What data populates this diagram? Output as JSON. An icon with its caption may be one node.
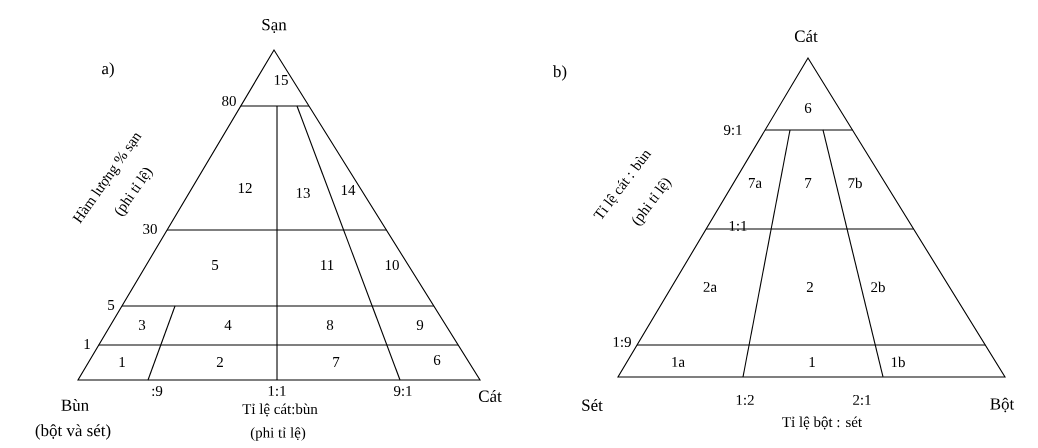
{
  "diagram": {
    "labels": [
      "a)",
      "Sạn",
      "15",
      "80",
      "Hàm lượng % sạn",
      "(phi tỉ lệ)",
      "12",
      "13",
      "14",
      "30",
      "5",
      "11",
      "10",
      "5",
      "3",
      "4",
      "8",
      "9",
      "1",
      "1",
      "2",
      "7",
      "6",
      ":9",
      "1:1",
      "9:1",
      "Bùn",
      "Cát",
      "Tỉ lệ cát:bùn",
      "(bột và sét)",
      "(phi tỉ lệ)",
      "b)",
      "Cát",
      "6",
      "9:1",
      "Tỉ lệ cát : bùn",
      "(phi tỉ lệ)",
      "7a",
      "7",
      "7b",
      "1:1",
      "2a",
      "2",
      "2b",
      "1:9",
      "1a",
      "1",
      "1b",
      "Sét",
      "1:2",
      "2:1",
      "Bột",
      "Tỉ lệ bột : sét"
    ]
  }
}
